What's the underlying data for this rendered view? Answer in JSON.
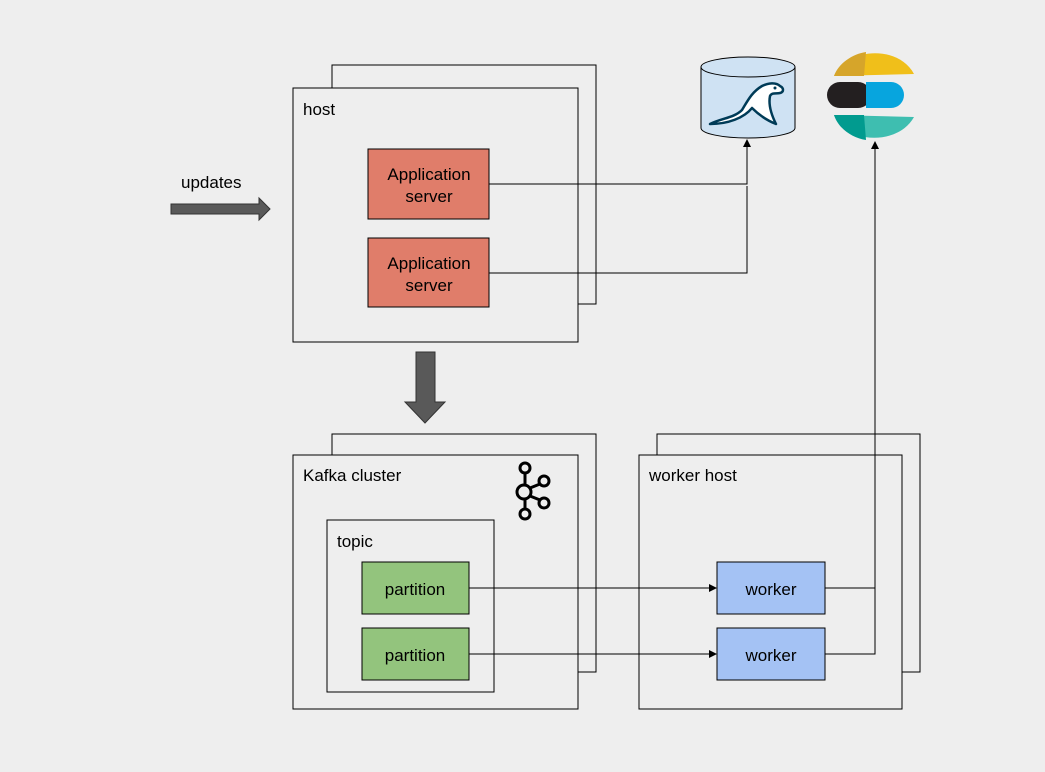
{
  "labels": {
    "updates": "updates",
    "host": "host",
    "app_server_1": [
      "Application",
      "server"
    ],
    "app_server_2": [
      "Application",
      "server"
    ],
    "kafka_cluster": "Kafka cluster",
    "topic": "topic",
    "partition_1": "partition",
    "partition_2": "partition",
    "worker_host": "worker host",
    "worker_1": "worker",
    "worker_2": "worker"
  },
  "colors": {
    "background": "#eeeeee",
    "app_server_fill": "#e07d6a",
    "partition_fill": "#93c47d",
    "worker_fill": "#a4c2f4",
    "arrow_fill": "#595959",
    "database_fill": "#cfe2f3",
    "elastic_yellow": "#f0bf1a",
    "elastic_dark_yellow": "#d6a52a",
    "elastic_black": "#231f20",
    "elastic_blue": "#07a5de",
    "elastic_teal": "#3ebeb0",
    "elastic_dark_teal": "#019b8f"
  },
  "icons": {
    "database": "mariadb-database-icon",
    "search": "elasticsearch-logo-icon",
    "kafka": "kafka-logo-icon"
  }
}
